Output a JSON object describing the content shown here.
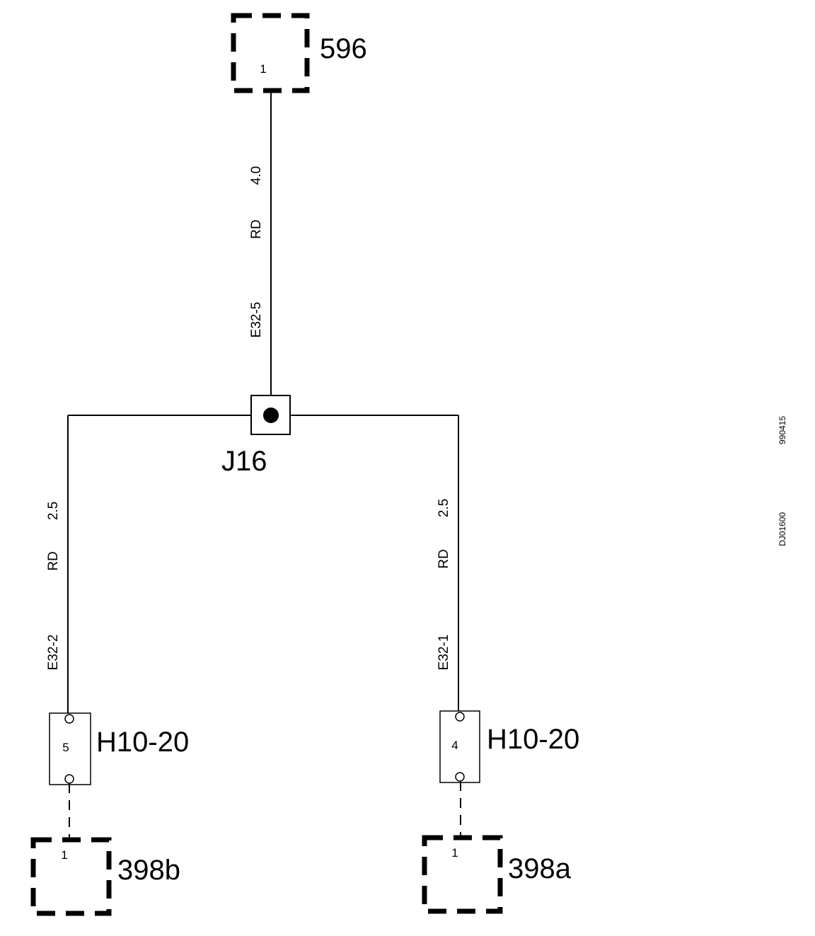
{
  "connectors": {
    "top": {
      "label": "596",
      "pin": "1"
    },
    "bottom_left": {
      "label": "398b",
      "pin": "1"
    },
    "bottom_right": {
      "label": "398a",
      "pin": "1"
    }
  },
  "junction": {
    "label": "J16"
  },
  "fuses": {
    "left": {
      "label": "H10-20",
      "pin": "5"
    },
    "right": {
      "label": "H10-20",
      "pin": "4"
    }
  },
  "wires": {
    "top": {
      "size": "4.0",
      "color": "RD",
      "id": "E32-5"
    },
    "left": {
      "size": "2.5",
      "color": "RD",
      "id": "E32-2"
    },
    "right": {
      "size": "2.5",
      "color": "RD",
      "id": "E32-1"
    }
  },
  "codes": {
    "ref": "990415",
    "drawing": "DJ01600"
  }
}
